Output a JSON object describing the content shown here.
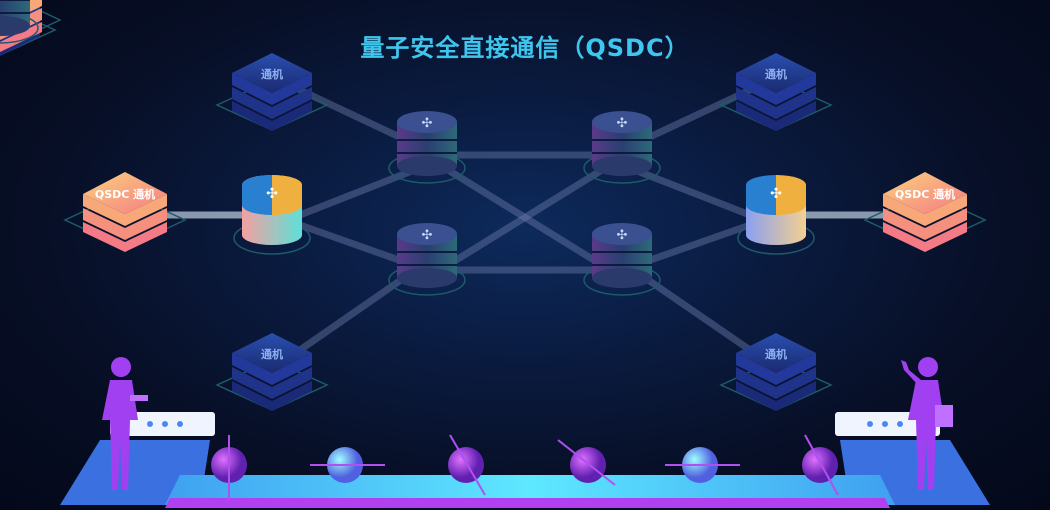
{
  "title": "量子安全直接通信（QSDC）",
  "nodes": {
    "host_label": "通机",
    "qsdc_host_label": "QSDC 通机"
  },
  "colors": {
    "title": "#3fc6ee",
    "host_blue": "#1c3a8e",
    "host_orange": "#f7a070",
    "router": "#2a3f70",
    "person": "#a040f0",
    "channel": "#3fa0f0"
  }
}
